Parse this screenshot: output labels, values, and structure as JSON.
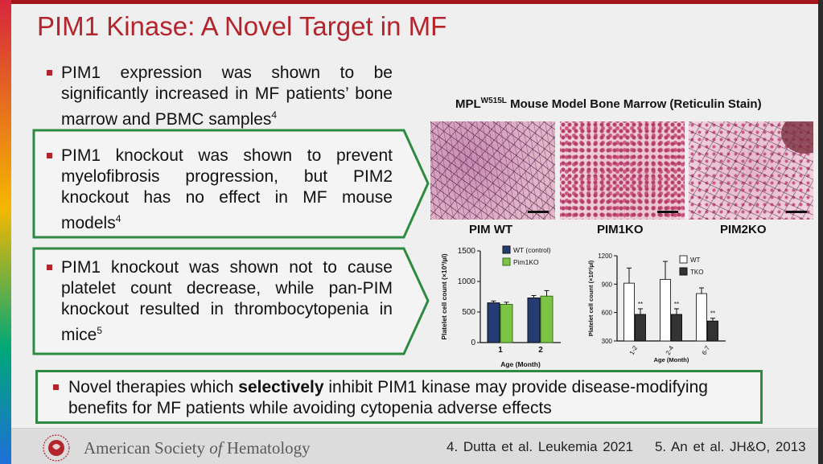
{
  "slide": {
    "title": "PIM1 Kinase: A Novel Target in MF",
    "bullets": [
      {
        "text": "PIM1 expression was shown to be significantly increased in MF patients’ bone marrow and PBMC samples",
        "ref": "4"
      },
      {
        "text": "PIM1 knockout was shown to prevent myelofibrosis progression, but PIM2 knockout has no effect in MF mouse models",
        "ref": "4"
      },
      {
        "text": "PIM1 knockout was shown not to cause platelet count decrease, while pan-PIM knockout resulted in thrombocytopenia in mice",
        "ref": "5"
      }
    ],
    "conclusion": {
      "before": "Novel therapies which ",
      "bold": "selectively",
      "after": " inhibit PIM1 kinase may provide disease-modifying benefits for MF patients while avoiding cytopenia adverse effects"
    },
    "figure": {
      "title_main": "MPL",
      "title_sup": "W515L",
      "title_rest": " Mouse Model Bone Marrow (Reticulin Stain)",
      "panels": [
        "PIM WT",
        "PIM1KO",
        "PIM2KO"
      ]
    },
    "footer": {
      "society_pre": "American Society ",
      "society_of": "of",
      "society_post": " Hematology",
      "references": "4. Dutta et al. Leukemia 2021    5. An et al. JH&O, 2013"
    },
    "colors": {
      "title": "#b3242c",
      "box_border": "#2e8a43",
      "wt_bar": "#243b73",
      "ko_bar": "#7cc444",
      "tko_bar": "#333333"
    }
  },
  "chart_data": [
    {
      "type": "bar",
      "categories": [
        "1",
        "2"
      ],
      "xlabel": "Age (Month)",
      "ylabel": "Platelet cell count (×10³/µl)",
      "ylim": [
        0,
        1500
      ],
      "yticks": [
        "0",
        "500",
        "1000",
        "1500"
      ],
      "series": [
        {
          "name": "WT (control)",
          "values": [
            650,
            730
          ],
          "errors": [
            30,
            40
          ]
        },
        {
          "name": "Pim1KO",
          "values": [
            625,
            760
          ],
          "errors": [
            35,
            90
          ]
        }
      ],
      "legend": "top-right"
    },
    {
      "type": "bar",
      "categories": [
        "1-2",
        "2-4",
        "6-7"
      ],
      "xlabel": "Age (Month)",
      "ylabel": "Platelet cell count (×10³/µl)",
      "ylim": [
        300,
        1200
      ],
      "yticks": [
        "300",
        "600",
        "900",
        "1200"
      ],
      "series": [
        {
          "name": "WT",
          "values": [
            910,
            950,
            800
          ],
          "errors": [
            160,
            190,
            60
          ]
        },
        {
          "name": "TKO",
          "values": [
            580,
            580,
            510
          ],
          "errors": [
            60,
            60,
            30
          ]
        }
      ],
      "annotations": [
        "**",
        "**",
        "**"
      ],
      "legend": "top-right"
    }
  ]
}
